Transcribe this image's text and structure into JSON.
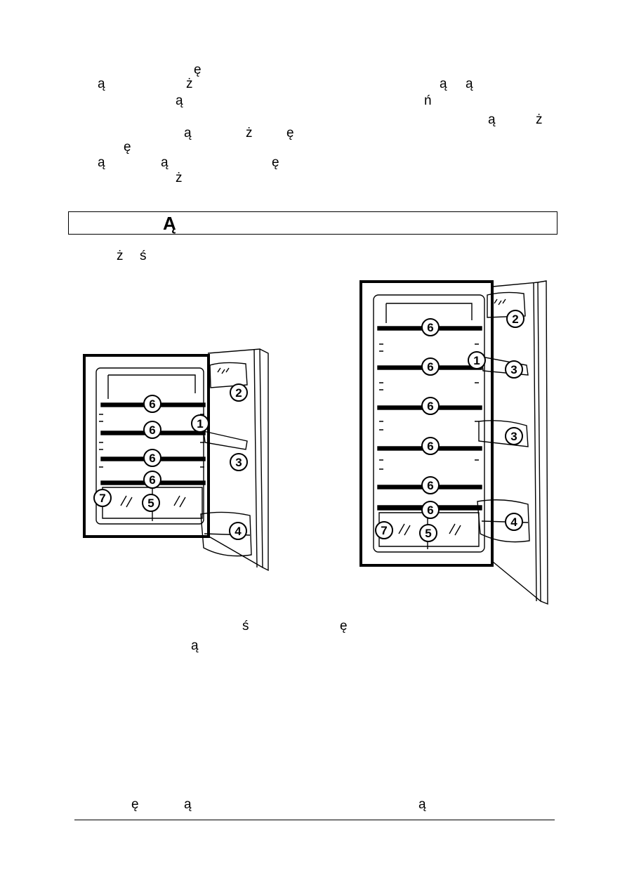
{
  "text_fragments": {
    "p1": [
      "ę",
      "ą",
      "ż",
      "ą",
      "ą",
      "ą",
      "ń"
    ],
    "p2": [
      "ą",
      "ż",
      "ą",
      "ż",
      "ę"
    ],
    "p3": [
      "ą",
      "ą",
      "ę",
      "ż"
    ],
    "heading": "Ą",
    "intro": [
      "ż",
      "ś"
    ],
    "after": [
      "ś",
      "ę",
      "ą"
    ],
    "footer": [
      "ę",
      "ą",
      "ą"
    ]
  },
  "figure_small": {
    "callouts": [
      {
        "id": "small-callout-2",
        "label": "2"
      },
      {
        "id": "small-callout-6a",
        "label": "6"
      },
      {
        "id": "small-callout-1",
        "label": "1"
      },
      {
        "id": "small-callout-6b",
        "label": "6"
      },
      {
        "id": "small-callout-3",
        "label": "3"
      },
      {
        "id": "small-callout-6c",
        "label": "6"
      },
      {
        "id": "small-callout-6d",
        "label": "6"
      },
      {
        "id": "small-callout-7",
        "label": "7"
      },
      {
        "id": "small-callout-5",
        "label": "5"
      },
      {
        "id": "small-callout-4",
        "label": "4"
      }
    ]
  },
  "figure_large": {
    "callouts": [
      {
        "id": "large-callout-2",
        "label": "2"
      },
      {
        "id": "large-callout-6a",
        "label": "6"
      },
      {
        "id": "large-callout-1",
        "label": "1"
      },
      {
        "id": "large-callout-6b",
        "label": "6"
      },
      {
        "id": "large-callout-3a",
        "label": "3"
      },
      {
        "id": "large-callout-6c",
        "label": "6"
      },
      {
        "id": "large-callout-3b",
        "label": "3"
      },
      {
        "id": "large-callout-6d",
        "label": "6"
      },
      {
        "id": "large-callout-6e",
        "label": "6"
      },
      {
        "id": "large-callout-6f",
        "label": "6"
      },
      {
        "id": "large-callout-4",
        "label": "4"
      },
      {
        "id": "large-callout-7",
        "label": "7"
      },
      {
        "id": "large-callout-5",
        "label": "5"
      }
    ]
  }
}
